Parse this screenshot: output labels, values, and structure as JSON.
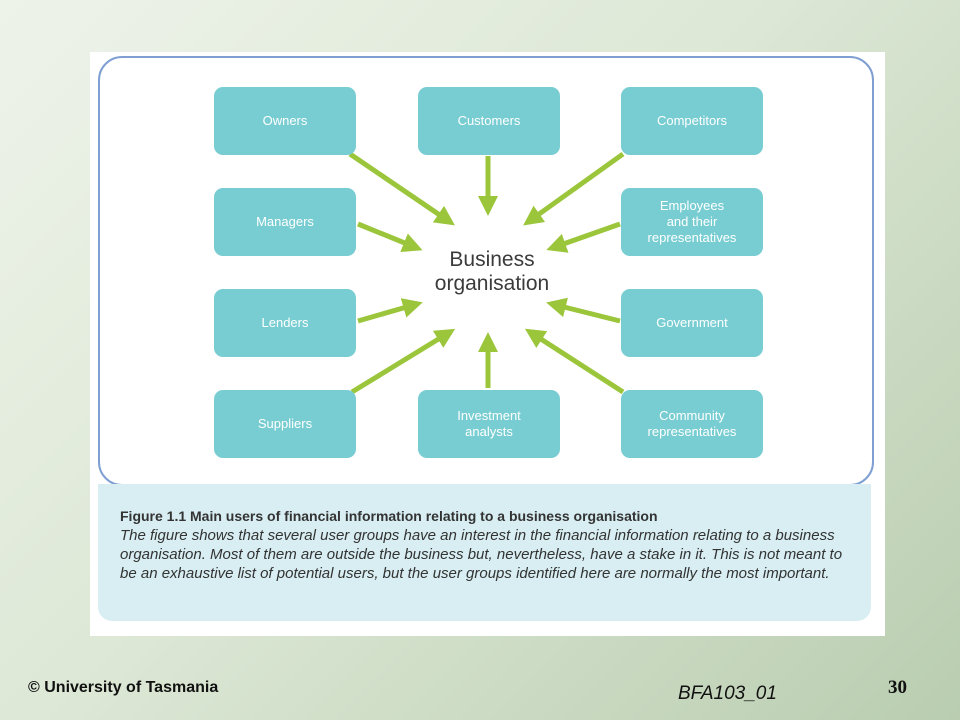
{
  "diagram": {
    "center": "Business\norganisation",
    "nodes": {
      "owners": "Owners",
      "customers": "Customers",
      "competitors": "Competitors",
      "managers": "Managers",
      "employees": "Employees\nand their\nrepresentatives",
      "lenders": "Lenders",
      "government": "Government",
      "suppliers": "Suppliers",
      "investment_analysts": "Investment\nanalysts",
      "community": "Community\nrepresentatives"
    },
    "colors": {
      "node_fill": "#78cdd2",
      "arrow": "#9bc63b",
      "frame": "#7f9fd3",
      "caption_bg": "#d8eef2"
    }
  },
  "caption": {
    "title": "Figure 1.1 Main users of financial information relating to a business organisation",
    "body": "The figure shows that several user groups have an interest in the financial information relating to a business organisation. Most of them are outside the business but, nevertheless, have a stake in it. This is not meant to be an exhaustive list of potential users, but the user groups identified here are normally the most important."
  },
  "footer": {
    "copyright": "© University of Tasmania",
    "course_code": "BFA103_01",
    "page_number": "30"
  }
}
